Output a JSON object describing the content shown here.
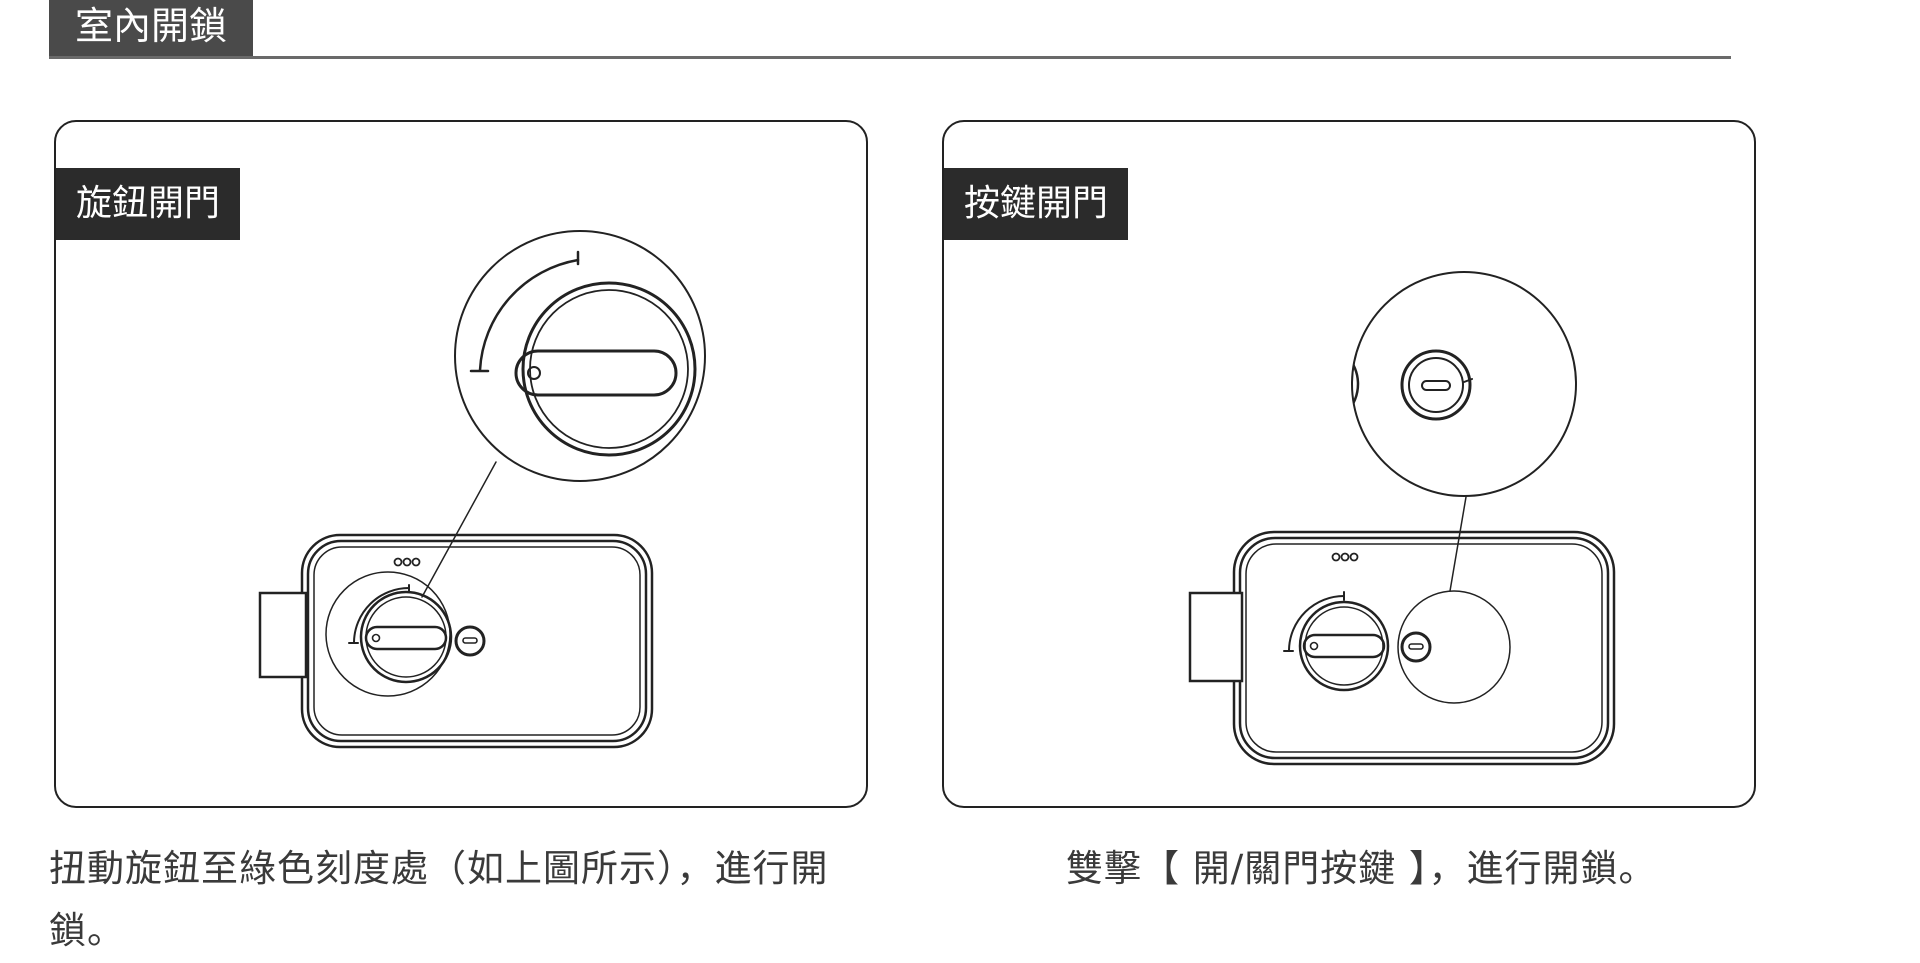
{
  "section": {
    "title": "室內開鎖"
  },
  "panels": [
    {
      "tag": "旋鈕開門",
      "illustration": "knob-turn-diagram",
      "caption": "扭動旋鈕至綠色刻度處（如上圖所示），進行開鎖。"
    },
    {
      "tag": "按鍵開門",
      "illustration": "button-press-diagram",
      "caption": "雙擊【 開/關門按鍵 】，進行開鎖。"
    }
  ],
  "colors": {
    "header_bg": "#4a4a4a",
    "tag_bg": "#2b2b2b",
    "line": "#222222",
    "text": "#3a3a3a"
  }
}
